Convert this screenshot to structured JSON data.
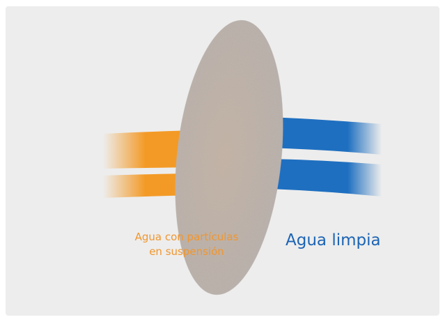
{
  "labels": {
    "dirty_water_line1": "Agua con partículas",
    "dirty_water_line2": "en suspensión",
    "clean_water": "Agua limpia"
  },
  "colors": {
    "background": "#ededed",
    "frame": "#ffffff",
    "dirty_water": "#f39a26",
    "clean_water": "#1e6fc0",
    "filter": "#b3aca8",
    "dirty_label": "#f0962e",
    "clean_label": "#1c64b4"
  }
}
